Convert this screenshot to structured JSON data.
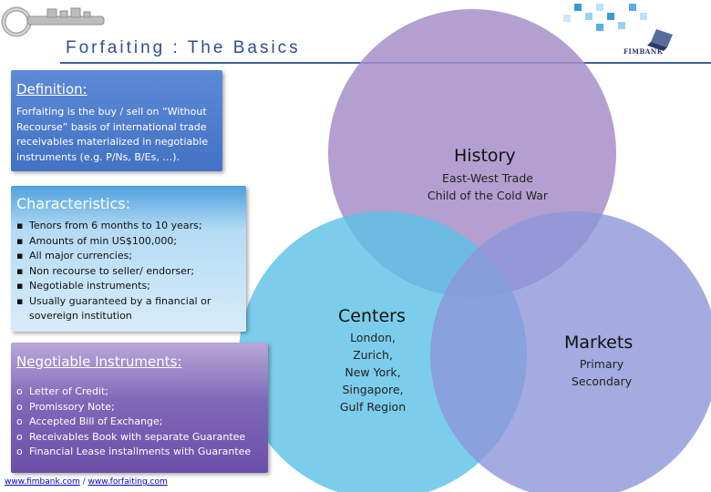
{
  "header": {
    "title": "Forfaiting : The Basics",
    "logo_text": "FIMBANK"
  },
  "definition": {
    "heading": "Definition:",
    "body": "Forfaiting is the buy / sell on “Without Recourse” basis of international trade receivables materialized in negotiable instruments (e.g. P/Ns, B/Es, …)."
  },
  "characteristics": {
    "heading": "Characteristics:",
    "bullet_glyph": "▪",
    "items": [
      "Tenors from 6 months to 10 years;",
      "Amounts of min US$100,000;",
      "All major currencies;",
      "Non recourse to seller/ endorser;",
      "Negotiable instruments;",
      "Usually guaranteed by a financial or sovereign institution"
    ]
  },
  "instruments": {
    "heading": "Negotiable Instruments:",
    "bullet_glyph": "o",
    "items": [
      "Letter of Credit;",
      "Promissory Note;",
      "Accepted Bill of Exchange;",
      "Receivables Book with separate Guarantee",
      "Financial Lease installments with Guarantee"
    ]
  },
  "circles": {
    "history": {
      "title": "History",
      "lines": [
        "East-West Trade",
        "Child of the Cold War"
      ],
      "color": "#a68fc8"
    },
    "centers": {
      "title": "Centers",
      "lines": [
        "London,",
        "Zurich,",
        "New York,",
        "Singapore,",
        "Gulf Region"
      ],
      "color": "#5bc0e6"
    },
    "markets": {
      "title": "Markets",
      "lines": [
        "Primary",
        "Secondary"
      ],
      "color": "#8c96d8"
    }
  },
  "footer": {
    "link1": "www.fimbank.com",
    "separator": " / ",
    "link2": "www.forfaiting.com"
  }
}
